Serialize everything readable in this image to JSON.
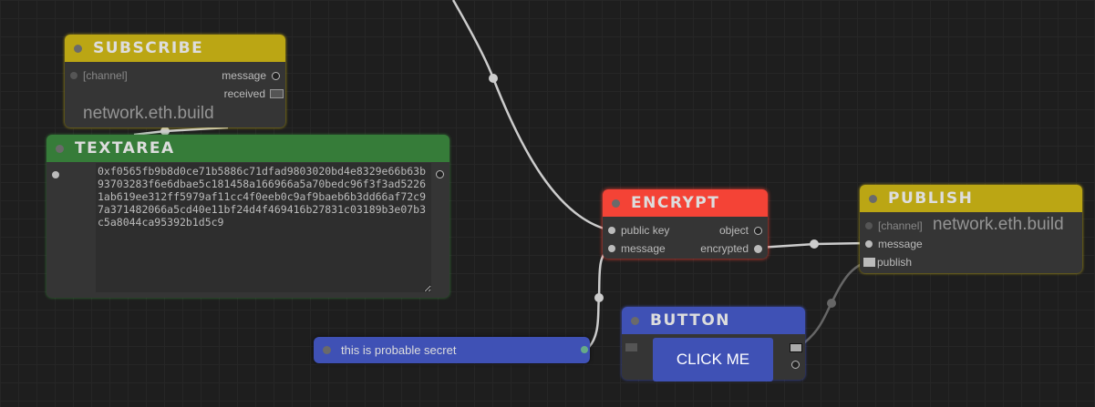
{
  "nodes": {
    "subscribe": {
      "title": "SUBSCRIBE",
      "channel_label": "[channel]",
      "channel_value": "network.eth.build",
      "outputs": [
        "message",
        "received"
      ]
    },
    "textarea": {
      "title": "TEXTAREA",
      "value": "0xf0565fb9b8d0ce71b5886c71dfad9803020bd4e8329e66b63b93703283f6e6dbae5c181458a166966a5a70bedc96f3f3ad52261ab619ee312ff5979af11cc4f0eeb0c9af9baeb6b3dd66af72c97a371482066a5cd40e11bf24d4f469416b27831c03189b3e07b3c5a8044ca95392b1d5c9"
    },
    "encrypt": {
      "title": "ENCRYPT",
      "inputs": [
        "public key",
        "message"
      ],
      "outputs": [
        "object",
        "encrypted"
      ]
    },
    "publish": {
      "title": "PUBLISH",
      "channel_label": "[channel]",
      "channel_value": "network.eth.build",
      "inputs": [
        "message",
        "publish"
      ]
    },
    "button": {
      "title": "BUTTON",
      "label": "CLICK ME"
    },
    "text_input": {
      "value": "this is probable secret"
    }
  },
  "colors": {
    "yellow": "#bba614",
    "green": "#367c39",
    "red": "#f44336",
    "blue": "#3f51b5"
  }
}
